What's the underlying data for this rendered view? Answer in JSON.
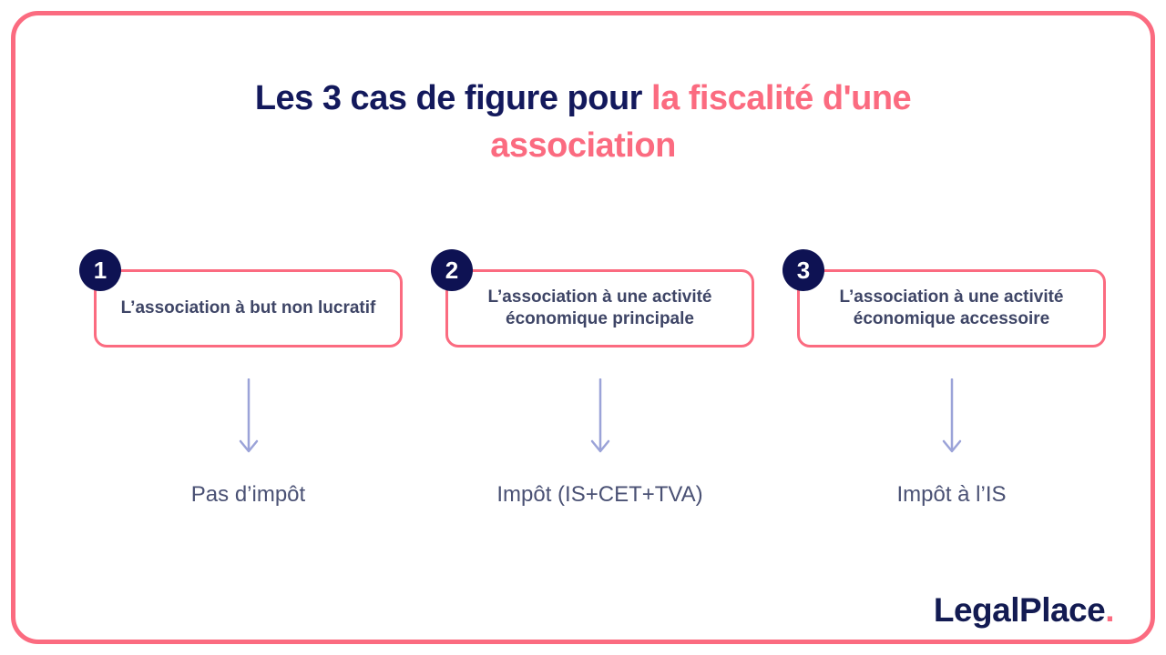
{
  "title": {
    "part1": "Les 3 cas de figure pour",
    "part2": "la fiscalité d'une association"
  },
  "cases": [
    {
      "number": "1",
      "box_label": "L’association à but non lucratif",
      "result": "Pas d’impôt"
    },
    {
      "number": "2",
      "box_label": "L’association à une activité économique principale",
      "result": "Impôt (IS+CET+TVA)"
    },
    {
      "number": "3",
      "box_label": "L’association à une activité économique accessoire",
      "result": "Impôt à l’IS"
    }
  ],
  "logo": {
    "text": "LegalPlace",
    "dot": "."
  },
  "colors": {
    "pink": "#FB6B80",
    "navy_title": "#13195C",
    "navy_badge": "#0E1253",
    "navy_logo": "#131B52",
    "box_text": "#3E4566",
    "result_text": "#4A5174",
    "arrow": "#9BA3D8"
  }
}
